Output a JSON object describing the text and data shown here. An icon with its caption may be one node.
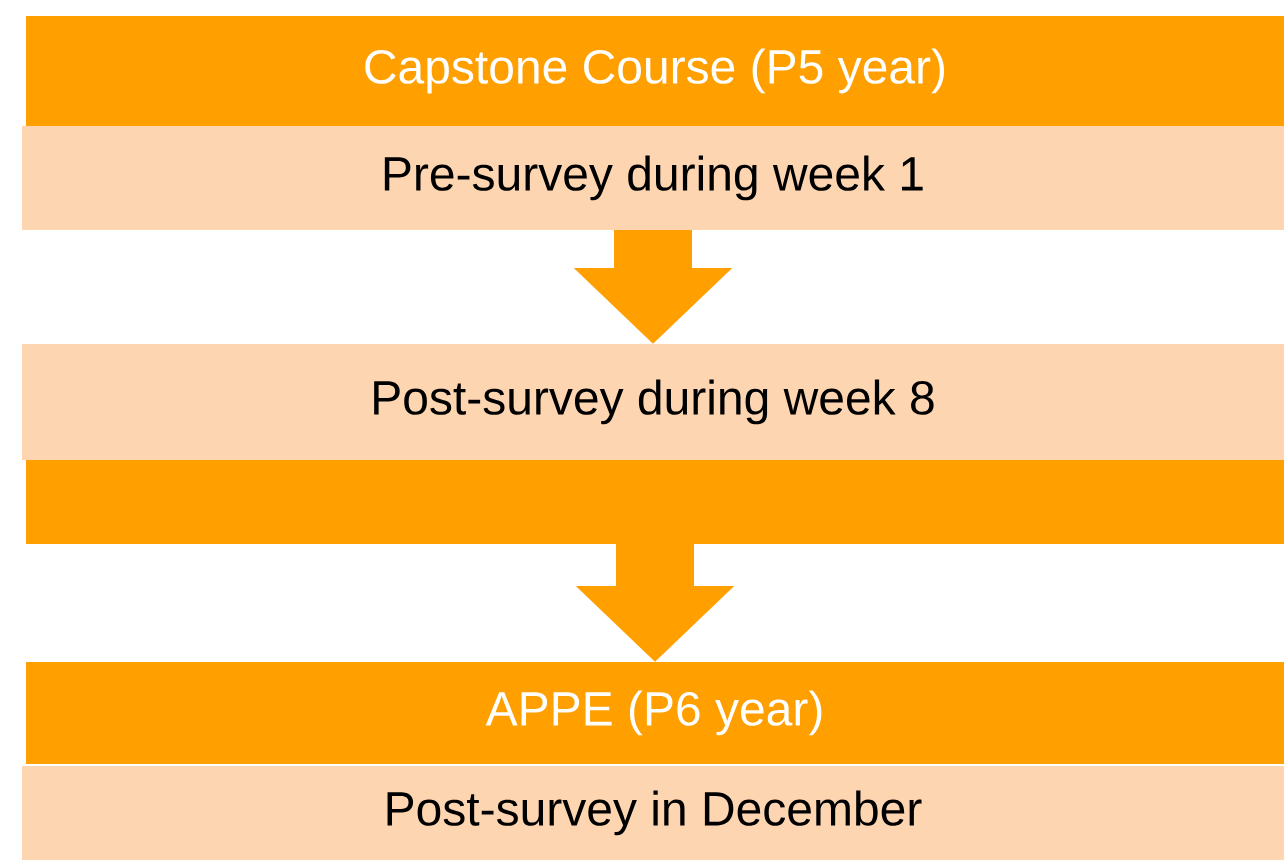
{
  "diagram": {
    "nodes": [
      {
        "text": [
          "Capstone Course (P5 year)"
        ]
      },
      {
        "text": [
          "Pre-survey during week 1"
        ]
      },
      {
        "text": [
          "Post-survey during week 8"
        ]
      },
      {
        "text": [],
        "shape": "bar"
      },
      {
        "text": [
          "APPE (P6 year)"
        ]
      },
      {
        "text": [
          "Post-survey in December"
        ]
      }
    ],
    "edges": [
      {
        "from": 1,
        "to": 2,
        "arrow": "to"
      },
      {
        "from": 3,
        "to": 4,
        "arrow": "to"
      }
    ]
  }
}
